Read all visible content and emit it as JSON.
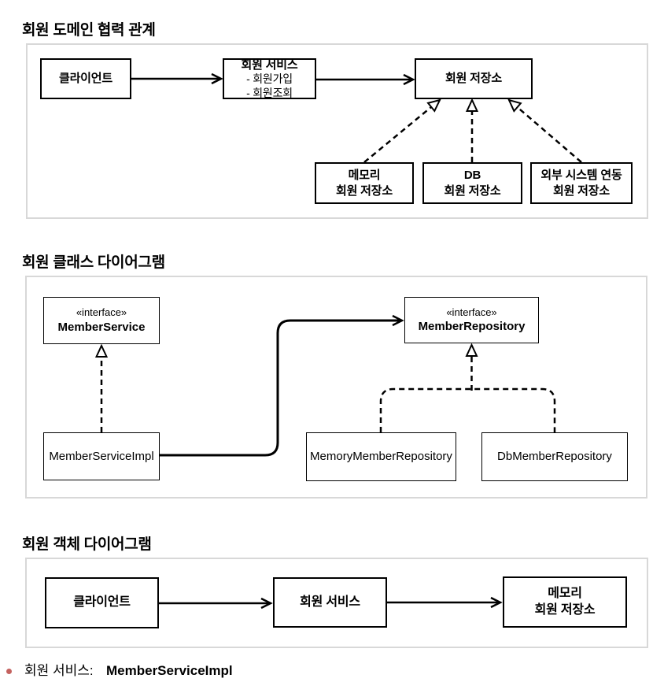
{
  "colors": {
    "background": "#ffffff",
    "panel_border": "#d8d8d8",
    "box_border": "#000000",
    "line": "#000000",
    "bullet": "#c4625f"
  },
  "diagram1": {
    "title": "회원 도메인 협력 관계",
    "client": "클라이언트",
    "service_title": "회원 서비스",
    "service_item1": "- 회원가입",
    "service_item2": "- 회원조회",
    "repository": "회원 저장소",
    "memory_line1": "메모리",
    "memory_line2": "회원 저장소",
    "db_line1": "DB",
    "db_line2": "회원 저장소",
    "external_line1": "외부 시스템 연동",
    "external_line2": "회원 저장소"
  },
  "diagram2": {
    "title": "회원 클래스 다이어그램",
    "stereotype": "«interface»",
    "member_service": "MemberService",
    "member_repository": "MemberRepository",
    "member_service_impl": "MemberServiceImpl",
    "memory_member_repository": "MemoryMemberRepository",
    "db_member_repository": "DbMemberRepository"
  },
  "diagram3": {
    "title": "회원 객체 다이어그램",
    "client": "클라이언트",
    "service": "회원 서비스",
    "memory_line1": "메모리",
    "memory_line2": "회원 저장소"
  },
  "footer": {
    "label": "회원 서비스:",
    "value": "MemberServiceImpl"
  }
}
